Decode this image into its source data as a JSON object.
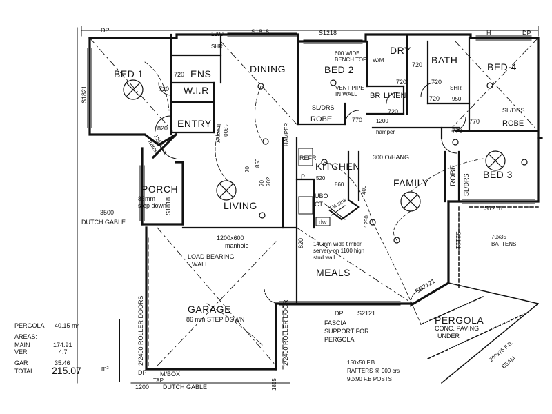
{
  "rooms": {
    "bed1": "BED 1",
    "ens": "ENS",
    "wir": "W.I.R",
    "dining": "DINING",
    "bed2": "BED 2",
    "dry": "DRY",
    "bath": "BATH",
    "bed4": "BED 4",
    "entry": "ENTRY",
    "kitchen": "KITCHEN",
    "family": "FAMILY",
    "bed3": "BED 3",
    "porch": "PORCH",
    "living": "LIVING",
    "meals": "MEALS",
    "garage": "GARAGE",
    "pergola": "PERGOLA",
    "linen": "LINEN",
    "br": "BR",
    "robe_left": "ROBE",
    "robe_right": "ROBE",
    "robe_bed3": "ROBE"
  },
  "notes": {
    "dp_top_left": "DP",
    "dp_top_right": "DP",
    "dp_meals": "DP",
    "dp_garage": "DP",
    "s1818_top": "S1818",
    "s1218_top": "S1218",
    "s1821_left": "S1821",
    "s1818_porch": "S1818",
    "s1218_family": "S1218",
    "s2121_meals": "S2121",
    "s2121_right": "S2121",
    "sd2121": "SD2121",
    "w1200": "1200",
    "shr": "SHR",
    "shr950": "SHR",
    "n950": "950",
    "n720_ens": "720",
    "n720_wir": "720",
    "n720_bath": "720",
    "n720_linen": "720",
    "n720_br": "720",
    "n720_bath2": "720",
    "n720_shr": "720",
    "n820_entry": "820",
    "n820_meals": "820",
    "n770_left": "770",
    "n770_right": "770",
    "n770_mid": "770",
    "bench": "600 WIDE",
    "bench2": "BENCH TOP",
    "wm": "W/M",
    "vent1": "VENT PIPE",
    "vent2": "IN WALL",
    "sldrs_bed2": "SL/DRS",
    "sldrs_bed4": "SL/DRS",
    "sldrs_bed3": "SL/DRS",
    "n1200_hamper": "1200",
    "hamper": "hamper",
    "hamper_v": "HAMPER",
    "n1300": "1300",
    "n1300b": "hamper",
    "n1210": "1210 o/a",
    "frame": "frame",
    "n300": "300 O/HANG",
    "refr": "REFR",
    "p": "P",
    "n520": "520",
    "n860": "860",
    "n400": "400",
    "ubo": "UBO",
    "ct": "CT",
    "sink": "1¾ sink",
    "dw": "dw",
    "n1250": "1250",
    "n850": "850",
    "n70a": "70",
    "n70b": "70",
    "n702": "702",
    "n86": "86mm",
    "stepdown": "step down",
    "n3500": "3500",
    "dutch_gable_l": "DUTCH GABLE",
    "n1200x600": "1200x600",
    "manhole": "manhole",
    "load1": "LOAD BEARING",
    "load2": "WALL",
    "timber1": "140mm wide timber",
    "timber2": "servery on 1100 high",
    "timber3": "stud wall.",
    "garage_sub": "86 mm STEP DOWN",
    "roller_left": "2/2400 ROLLER DOORS",
    "roller_right": "2/2400 ROLLER DOOR",
    "battens1": "70x35",
    "battens2": "BATTENS",
    "fascia1": "FASCIA",
    "fascia2": "SUPPORT FOR",
    "fascia3": "PERGOLA",
    "fb1": "150x50 F.B.",
    "fb2": "RAFTERS @ 900 crs",
    "fb3": "90x90 F.B POSTS",
    "pergola_sub1": "CONC. PAVING",
    "pergola_sub2": "UNDER",
    "beam1": "200x75 F.B.",
    "beam2": "BEAM",
    "mbox": "M/BOX",
    "tap": "TAP",
    "n1200_bottom": "1200",
    "dutch_gable_b": "DUTCH GABLE",
    "n1855": "1855",
    "h": "H"
  },
  "areas": {
    "pergola": "PERGOLA",
    "pergola_val": "40.15 m²",
    "title": "AREAS:",
    "main_lbl": "MAIN",
    "main_val": "174.91",
    "ver_lbl": "VER",
    "ver_val": "4.7",
    "gar_lbl": "GAR",
    "gar_val": "35.46",
    "total_lbl": "TOTAL",
    "total_val": "215.07",
    "unit": "m²"
  }
}
